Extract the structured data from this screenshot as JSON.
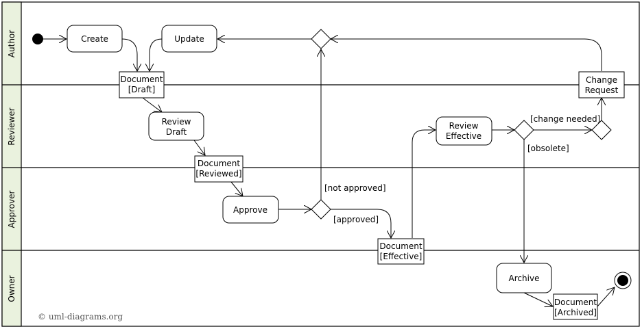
{
  "lanes": [
    "Author",
    "Reviewer",
    "Approver",
    "Owner"
  ],
  "actions": {
    "create": "Create",
    "update": "Update",
    "review_draft": [
      "Review",
      "Draft"
    ],
    "approve": "Approve",
    "review_effective": [
      "Review",
      "Effective"
    ],
    "archive": "Archive"
  },
  "objects": {
    "doc_draft": [
      "Document",
      "[Draft]"
    ],
    "doc_reviewed": [
      "Document",
      "[Reviewed]"
    ],
    "doc_effective": [
      "Document",
      "[Effective]"
    ],
    "doc_archived": [
      "Document",
      "[Archived]"
    ],
    "change_request": [
      "Change",
      "Request"
    ]
  },
  "guards": {
    "not_approved": "[not approved]",
    "approved": "[approved]",
    "change_needed": "[change needed]",
    "obsolete": "[obsolete]"
  },
  "copyright": "© uml-diagrams.org",
  "colors": {
    "lane_header": "#eaf2de",
    "line": "#000000"
  }
}
